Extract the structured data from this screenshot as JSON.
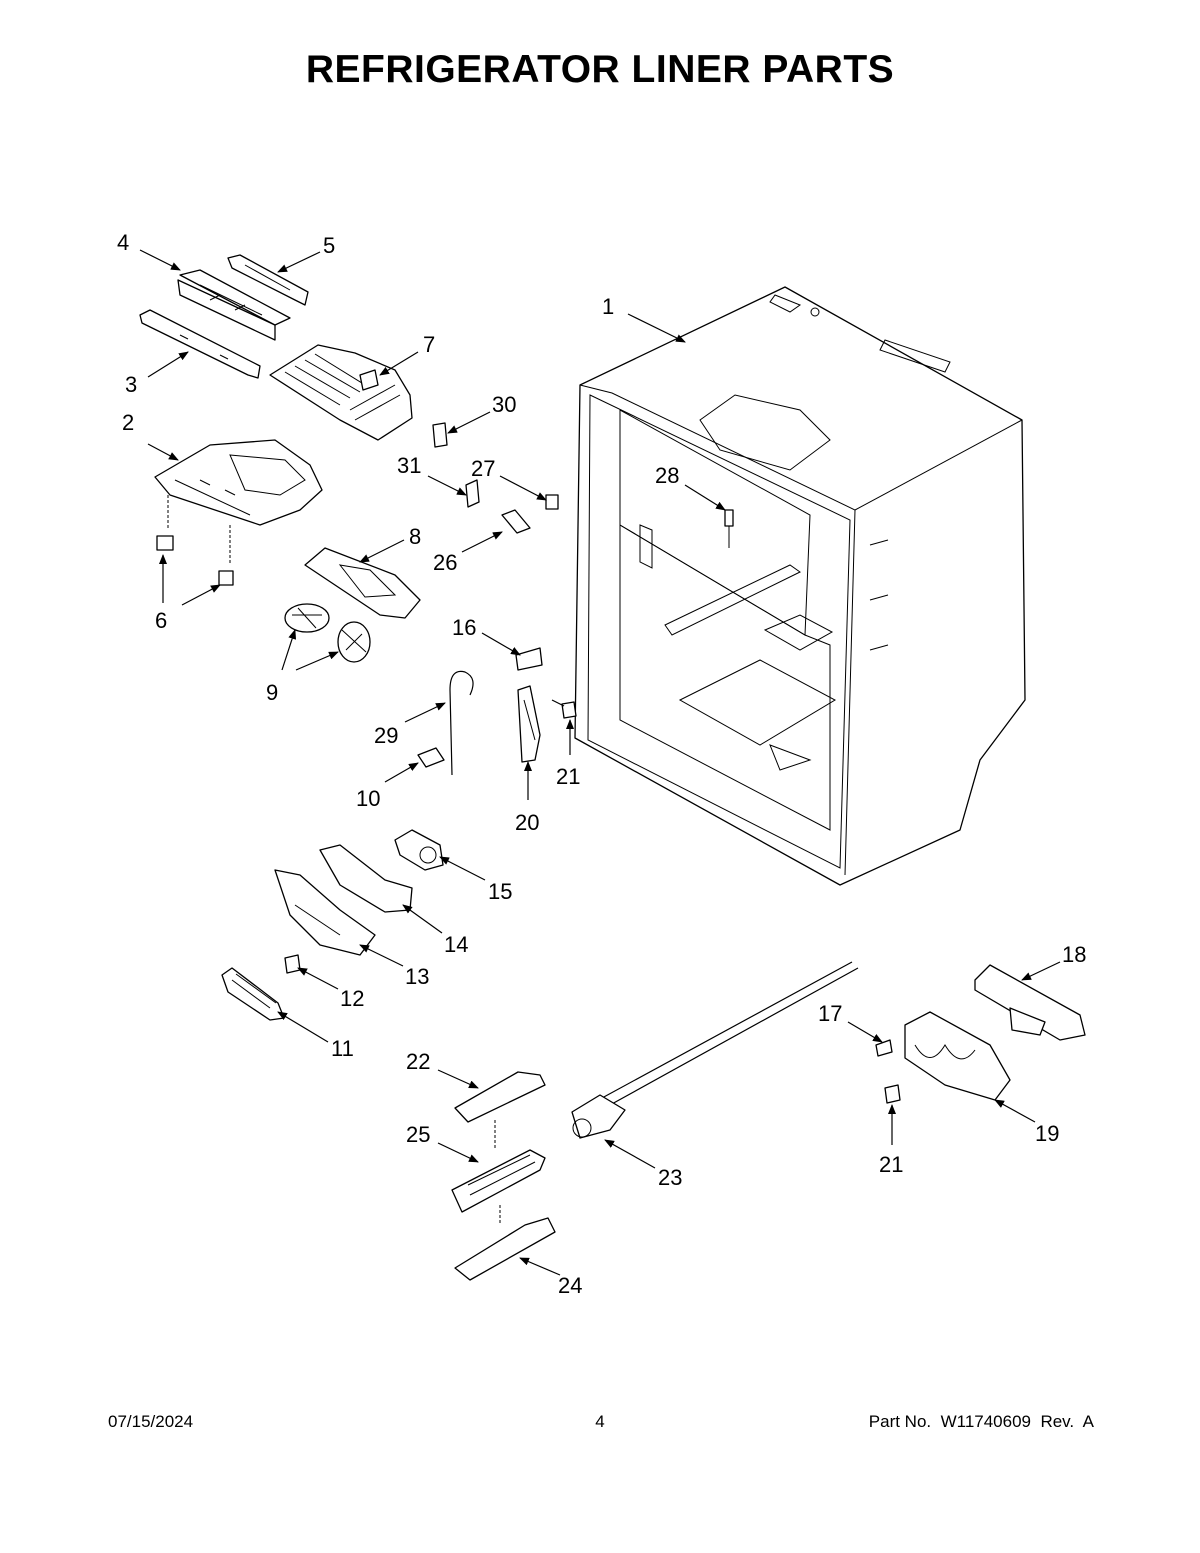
{
  "page": {
    "title": "REFRIGERATOR LINER PARTS"
  },
  "callouts": [
    "1",
    "2",
    "3",
    "4",
    "5",
    "6",
    "7",
    "8",
    "9",
    "10",
    "11",
    "12",
    "13",
    "14",
    "15",
    "16",
    "17",
    "18",
    "19",
    "20",
    "21",
    "21",
    "22",
    "23",
    "24",
    "25",
    "26",
    "27",
    "28",
    "29",
    "30",
    "31"
  ],
  "footer": {
    "date": "07/15/2024",
    "page_number": "4",
    "part_number": "Part No.  W11740609  Rev.  A"
  }
}
